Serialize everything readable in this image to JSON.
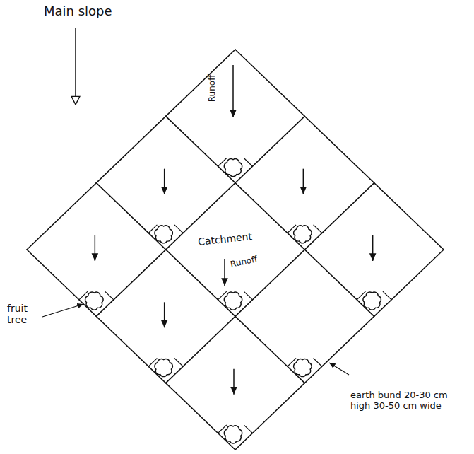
{
  "diagram": {
    "labels": [
      "Main slope",
      "Runoff",
      "Catchment",
      "Runoff",
      "fruit tree",
      "earth bund 20-30 cm high 30-50 cm wide"
    ]
  }
}
